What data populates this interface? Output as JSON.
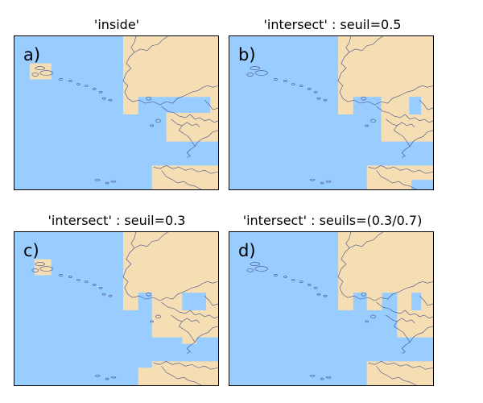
{
  "colors": {
    "sea": "#99ccff",
    "land": "#f5deb3",
    "coastline": "#3f4f88"
  },
  "panels": [
    {
      "id": "a",
      "title": "'inside'",
      "label": "a)"
    },
    {
      "id": "b",
      "title": "'intersect' : seuil=0.5",
      "label": "b)"
    },
    {
      "id": "c",
      "title": "'intersect' : seuil=0.3",
      "label": "c)"
    },
    {
      "id": "d",
      "title": "'intersect' : seuils=(0.3/0.7)",
      "label": "d)"
    }
  ]
}
